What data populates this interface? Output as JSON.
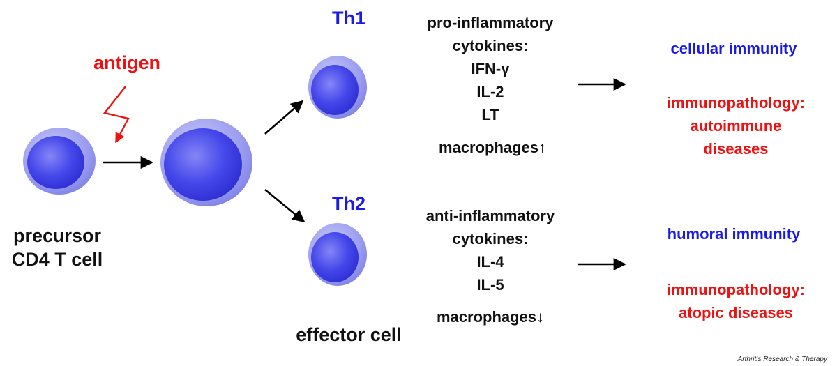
{
  "precursor": {
    "line1": "precursor",
    "line2": "CD4 T cell"
  },
  "antigen": "antigen",
  "effector": "effector cell",
  "th1": {
    "label": "Th1",
    "cytokines_line1": "pro-inflammatory",
    "cytokines_line2": "cytokines:",
    "items": [
      "IFN-γ",
      "IL-2",
      "LT"
    ],
    "macrophages": "macrophages↑",
    "outcome": "cellular immunity",
    "pathology_line1": "immunopathology:",
    "pathology_line2": "autoimmune",
    "pathology_line3": "diseases"
  },
  "th2": {
    "label": "Th2",
    "cytokines_line1": "anti-inflammatory",
    "cytokines_line2": "cytokines:",
    "items": [
      "IL-4",
      "IL-5"
    ],
    "macrophages": "macrophages↓",
    "outcome": "humoral immunity",
    "pathology_line1": "immunopathology:",
    "pathology_line2": "atopic diseases"
  },
  "credit": "Arthritis Research & Therapy",
  "colors": {
    "cell_outer": "#9a9cf0",
    "cell_inner": "#3c3ee8",
    "label_blue": "#1a1ae6",
    "label_red": "#ee1111",
    "text": "#111111"
  }
}
